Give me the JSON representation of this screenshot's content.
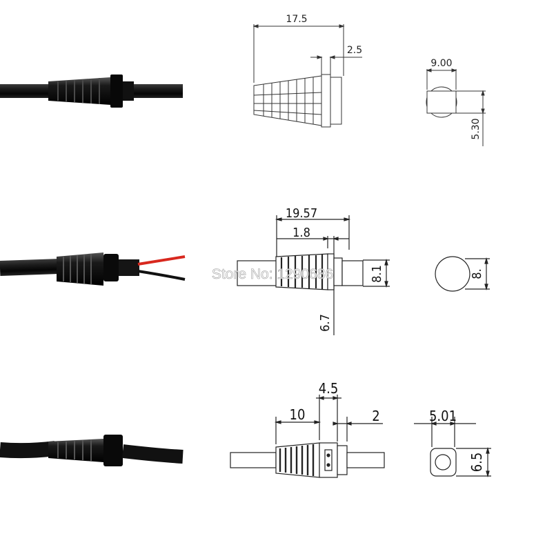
{
  "watermark": "Store No: 1290686",
  "rows": [
    {
      "id": "top",
      "dimensions": {
        "length": "17.5",
        "flange": "2.5",
        "width": "9.00",
        "height": "5.30"
      }
    },
    {
      "id": "middle",
      "dimensions": {
        "length": "19.57",
        "offset": "1.8",
        "height": "8.1",
        "flange_height": "6.7",
        "diameter": "8."
      }
    },
    {
      "id": "bottom",
      "dimensions": {
        "ribs": "10",
        "collar": "4.5",
        "flange": "2",
        "width": "5.01",
        "height": "6.5"
      }
    }
  ],
  "colors": {
    "cable": "#0d0d0d",
    "cable_highlight": "#4a4a4a",
    "wire_red": "#d8281e",
    "line": "#333333"
  }
}
